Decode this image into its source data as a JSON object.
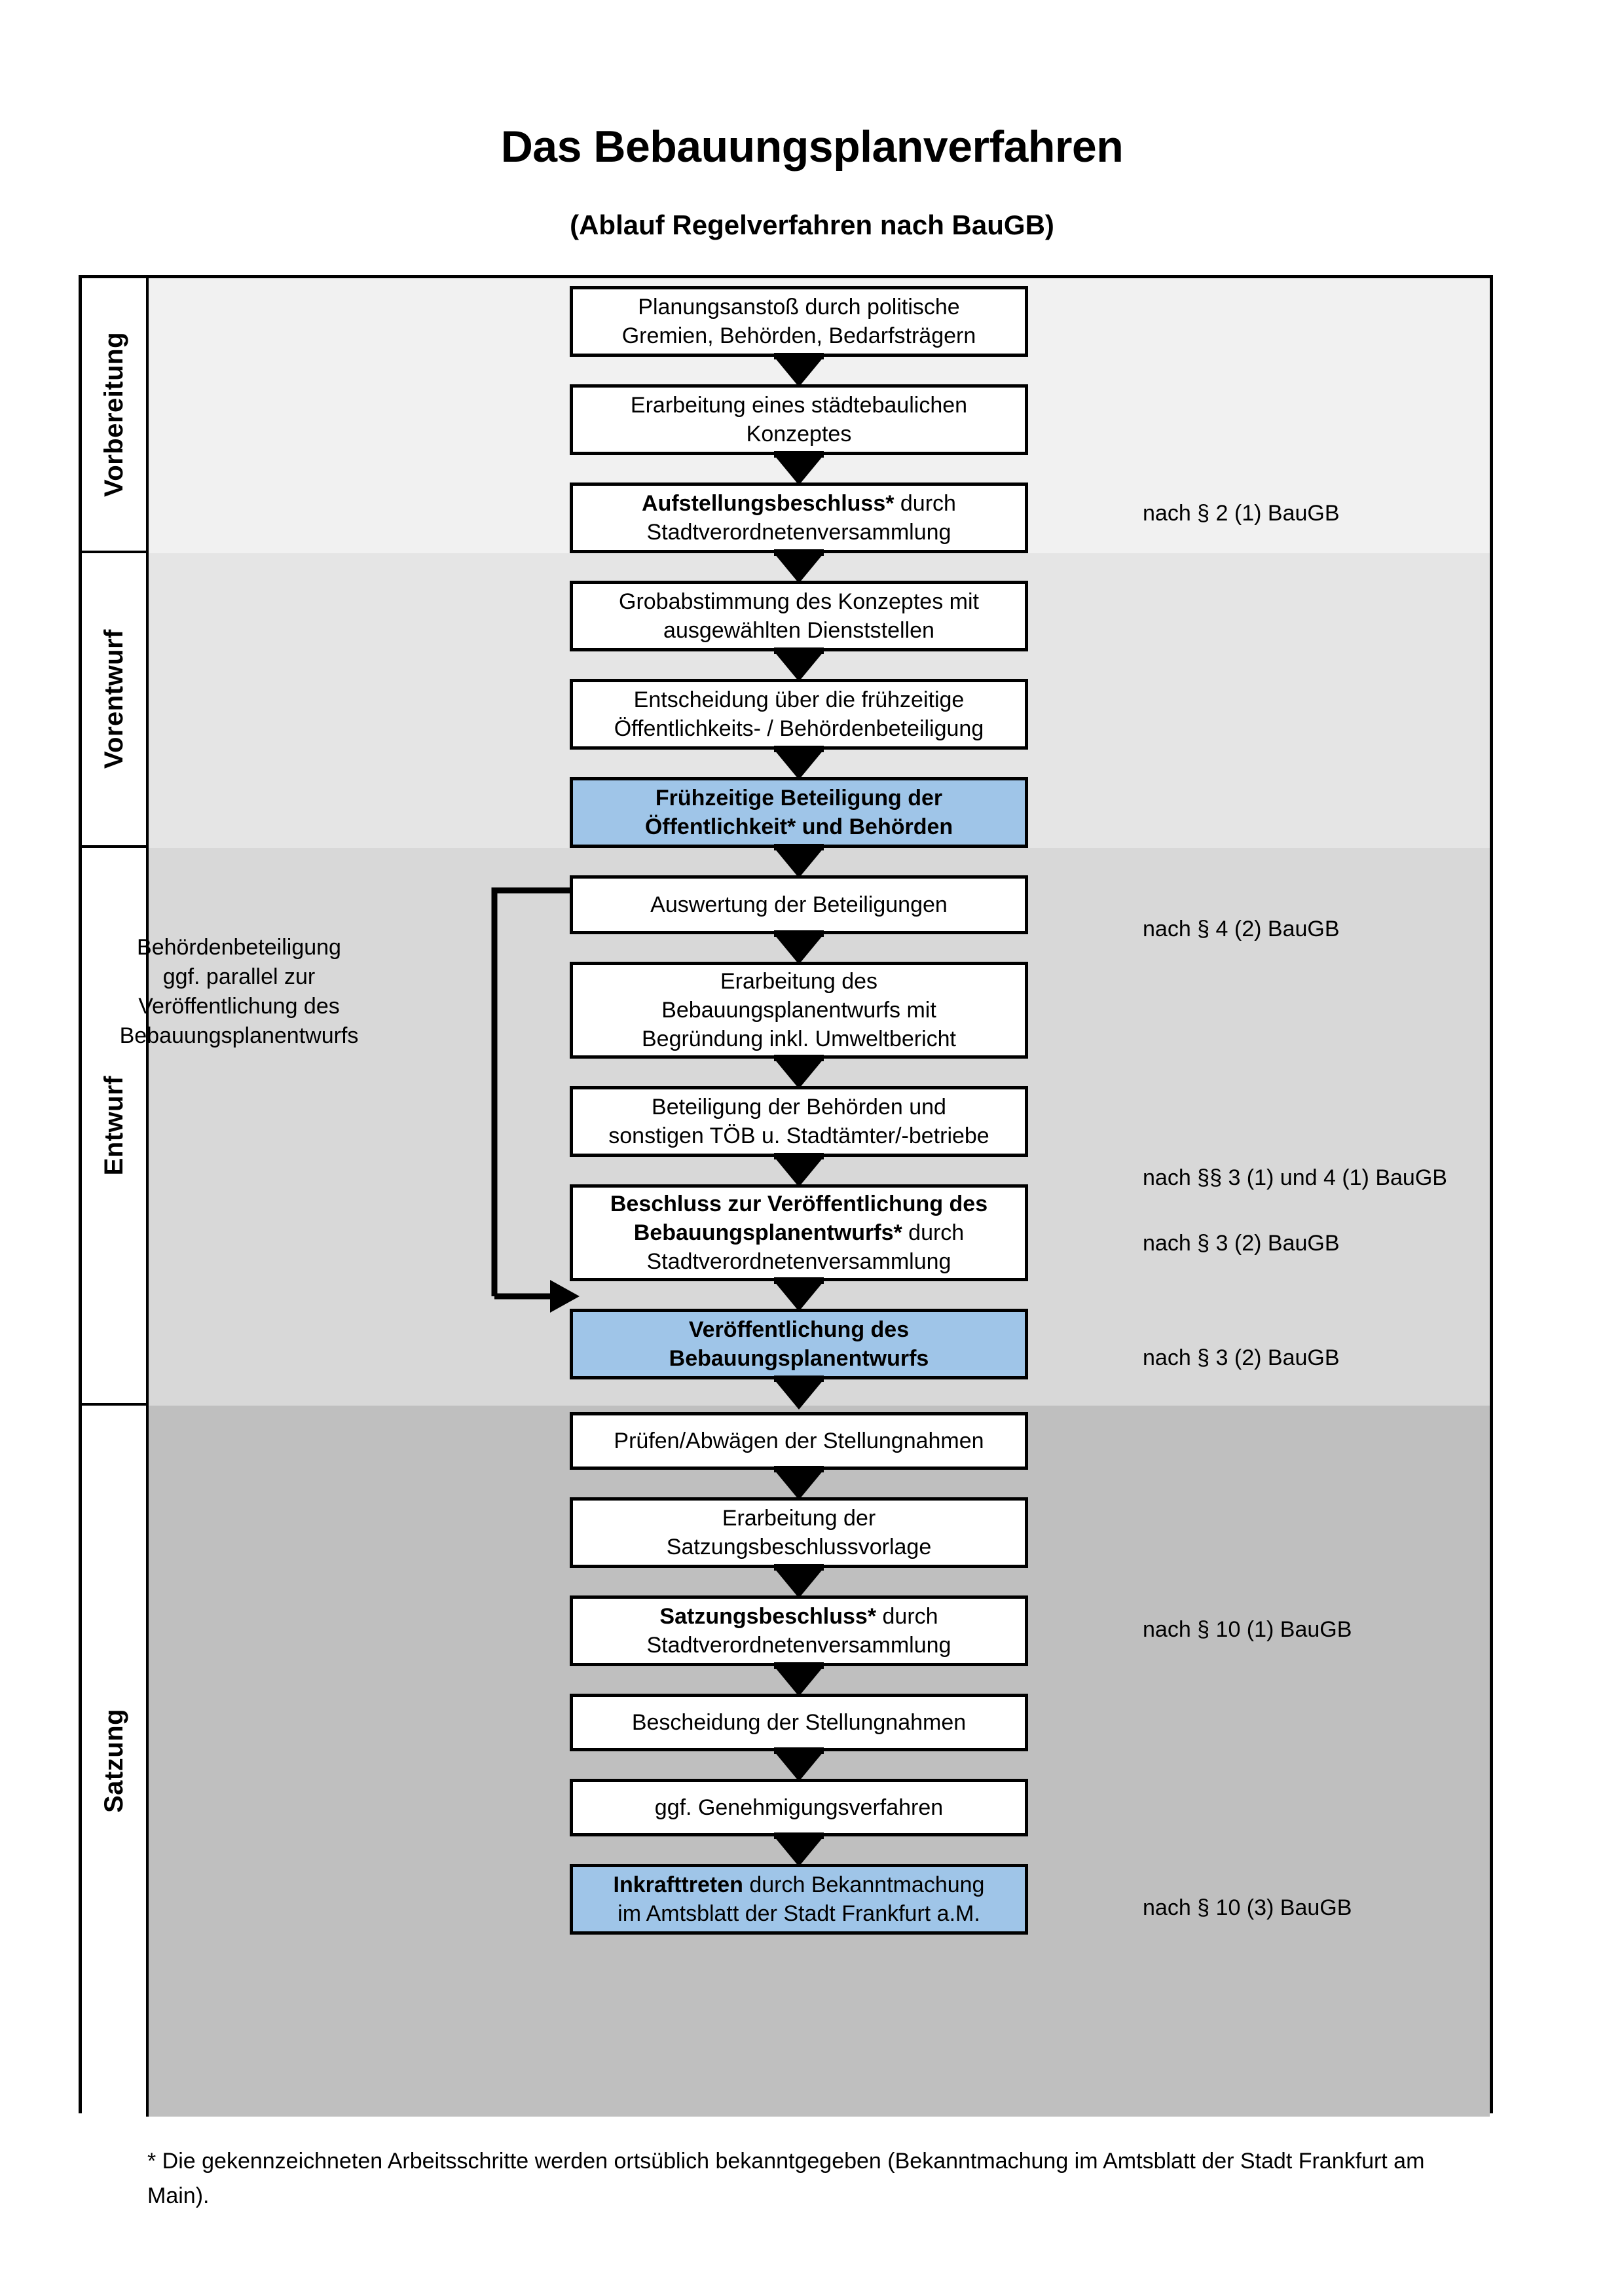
{
  "title": "Das Bebauungsplanverfahren",
  "subtitle": "(Ablauf Regelverfahren nach BauGB)",
  "phases": [
    {
      "label": "Vorbereitung"
    },
    {
      "label": "Vorentwurf"
    },
    {
      "label": "Entwurf"
    },
    {
      "label": "Satzung"
    }
  ],
  "steps": [
    {
      "id": "s1",
      "line1": "Planungsanstoß durch politische",
      "line2": "Gremien, Behörden, Bedarfsträgern",
      "line3": "",
      "bold1": "",
      "highlight": false
    },
    {
      "id": "s2",
      "line1": "Erarbeitung eines städtebaulichen",
      "line2": "Konzeptes",
      "line3": "",
      "bold1": "",
      "highlight": false
    },
    {
      "id": "s3",
      "bold1": "Aufstellungsbeschluss*",
      "line1": " durch",
      "line2": "Stadtverordnetenversammlung",
      "line3": "",
      "highlight": false
    },
    {
      "id": "s4",
      "line1": "Grobabstimmung des Konzeptes mit",
      "line2": "ausgewählten Dienststellen",
      "line3": "",
      "bold1": "",
      "highlight": false
    },
    {
      "id": "s5",
      "line1": "Entscheidung über die frühzeitige",
      "line2": "Öffentlichkeits- / Behördenbeteiligung",
      "line3": "",
      "bold1": "",
      "highlight": false
    },
    {
      "id": "s6",
      "bold1": "Frühzeitige Beteiligung der",
      "line1": "",
      "line2": "Öffentlichkeit* und Behörden",
      "line3": "",
      "highlight": true,
      "allbold": true
    },
    {
      "id": "s7",
      "line1": "Auswertung der Beteiligungen",
      "line2": "",
      "line3": "",
      "bold1": "",
      "highlight": false
    },
    {
      "id": "s8",
      "line1": "Erarbeitung des",
      "line2": "Bebauungsplanentwurfs mit",
      "line3": "Begründung inkl. Umweltbericht",
      "bold1": "",
      "highlight": false
    },
    {
      "id": "s9",
      "line1": "Beteiligung der Behörden und",
      "line2": "sonstigen TÖB u. Stadtämter/-betriebe",
      "line3": "",
      "bold1": "",
      "highlight": false
    },
    {
      "id": "s10",
      "bold1": "Beschluss zur Veröffentlichung des",
      "line1": "",
      "bold2": "Bebauungsplanentwurfs*",
      "line2": " durch",
      "line3": "Stadtverordnetenversammlung",
      "highlight": false
    },
    {
      "id": "s11",
      "bold1": "Veröffentlichung des",
      "line1": "",
      "line2": "Bebauungsplanentwurfs",
      "line3": "",
      "highlight": true,
      "allbold": true
    },
    {
      "id": "s12",
      "line1": "Prüfen/Abwägen der Stellungnahmen",
      "line2": "",
      "line3": "",
      "bold1": "",
      "highlight": false
    },
    {
      "id": "s13",
      "line1": "Erarbeitung der",
      "line2": "Satzungsbeschlussvorlage",
      "line3": "",
      "bold1": "",
      "highlight": false
    },
    {
      "id": "s14",
      "bold1": "Satzungsbeschluss*",
      "line1": " durch",
      "line2": "Stadtverordnetenversammlung",
      "line3": "",
      "highlight": false
    },
    {
      "id": "s15",
      "line1": "Bescheidung der Stellungnahmen",
      "line2": "",
      "line3": "",
      "bold1": "",
      "highlight": false
    },
    {
      "id": "s16",
      "line1": "ggf. Genehmigungsverfahren",
      "line2": "",
      "line3": "",
      "bold1": "",
      "highlight": false
    },
    {
      "id": "s17",
      "bold1": "Inkrafttreten",
      "line1": " durch Bekanntmachung",
      "line2": "im Amtsblatt der Stadt Frankfurt a.M.",
      "line3": "",
      "highlight": true
    }
  ],
  "legal_refs": [
    {
      "id": "l1",
      "text": "nach § 2 (1) BauGB"
    },
    {
      "id": "l2",
      "text": "nach §§ 3 (1) und 4 (1) BauGB"
    },
    {
      "id": "l3",
      "text": "nach § 4 (2) BauGB"
    },
    {
      "id": "l4",
      "text": "nach § 3 (2) BauGB"
    },
    {
      "id": "l5",
      "text": "nach § 3 (2) BauGB"
    },
    {
      "id": "l6",
      "text": "nach § 10 (1) BauGB"
    },
    {
      "id": "l7",
      "text": "nach § 10 (3) BauGB"
    }
  ],
  "side_note": {
    "l1": "Behördenbeteiligung",
    "l2": "ggf. parallel zur",
    "l3": "Veröffentlichung des",
    "l4": "Bebauungsplanentwurfs"
  },
  "footnote": "* Die gekennzeichneten Arbeitsschritte werden ortsüblich bekanntgegeben (Bekanntmachung im Amtsblatt  der Stadt Frankfurt am Main).",
  "colors": {
    "highlight_blue": "#9fc5e8",
    "band_vorbereitung": "#f1f1f1",
    "band_vorentwurf": "#e5e5e5",
    "band_entwurf": "#d8d8d8",
    "band_satzung": "#bfbfbf",
    "outline": "#000000"
  }
}
